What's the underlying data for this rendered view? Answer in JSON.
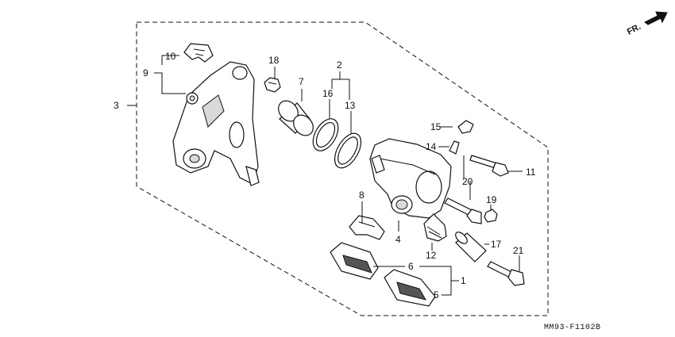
{
  "diagram": {
    "direction_label": "FR.",
    "drawing_code": "MM93-F1102B",
    "callouts": {
      "c1": "1",
      "c2": "2",
      "c3": "3",
      "c4": "4",
      "c5": "5",
      "c6": "6",
      "c7": "7",
      "c8": "8",
      "c9": "9",
      "c10": "10",
      "c11": "11",
      "c12": "12",
      "c13": "13",
      "c14": "14",
      "c15": "15",
      "c16": "16",
      "c17": "17",
      "c18": "18",
      "c19": "19",
      "c20": "20",
      "c21": "21"
    }
  }
}
